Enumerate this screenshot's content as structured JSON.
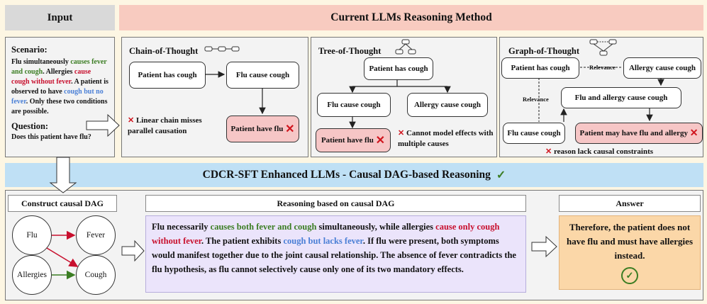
{
  "input_header": "Input",
  "methods_header": "Current LLMs Reasoning Method",
  "scenario": {
    "label": "Scenario:",
    "t1": "Flu simultaneously ",
    "t2": "causes fever and cough",
    "t3": ". Allergies ",
    "t4": "cause cough without fever",
    "t5": ". A patient is observed to have ",
    "t6": "cough but no fever",
    "t7": ". Only these two conditions are possible.",
    "question_label": "Question:",
    "question": "Does this patient have flu?"
  },
  "cot": {
    "title": "Chain-of-Thought",
    "n1": "Patient has cough",
    "n2": "Flu cause cough",
    "n3": "Patient have flu",
    "note": "Linear chain misses parallel causation"
  },
  "tot": {
    "title": "Tree-of-Thought",
    "root": "Patient has cough",
    "left": "Flu cause cough",
    "right": "Allergy cause cough",
    "leaf": "Patient have flu",
    "note": "Cannot model effects with multiple causes"
  },
  "got": {
    "title": "Graph-of-Thought",
    "n1": "Patient has cough",
    "n2": "Allergy cause cough",
    "n3": "Flu and allergy cause cough",
    "n4": "Flu cause cough",
    "n5": "Patient may have flu and allergy",
    "relevance1": "Relevance",
    "relevance2": "Relevance",
    "note": "reason  lack causal constraints"
  },
  "cdcr_header": "CDCR-SFT Enhanced LLMs - Causal DAG-based Reasoning",
  "dag": {
    "title": "Construct causal DAG",
    "flu": "Flu",
    "fever": "Fever",
    "allergies": "Allergies",
    "cough": "Cough"
  },
  "reasoning": {
    "title": "Reasoning based on causal DAG",
    "t1": "Flu necessarily ",
    "t2": "causes both fever and cough",
    "t3": " simultaneously, while allergies ",
    "t4": "cause only cough without fever",
    "t5": ". The patient exhibits ",
    "t6": "cough but lacks fever",
    "t7": ". If flu were present, both symptoms would manifest together due to the joint causal relationship. The absence of fever contradicts the flu hypothesis, as flu cannot selectively cause only one of its two mandatory effects."
  },
  "answer": {
    "title": "Answer",
    "text": "Therefore, the patient does not have flu and must have allergies instead."
  },
  "colors": {
    "green": "#3b7d23",
    "red": "#c8102e",
    "blue": "#4a7fd6",
    "input_header_bg": "#d9d9d9",
    "methods_header_bg": "#f8cbc0",
    "cdcr_header_bg": "#bfe0f5",
    "reasoning_bg": "#ebe4fb",
    "answer_bg": "#fbd7a8",
    "failed_node_bg": "#f6c6c6"
  }
}
